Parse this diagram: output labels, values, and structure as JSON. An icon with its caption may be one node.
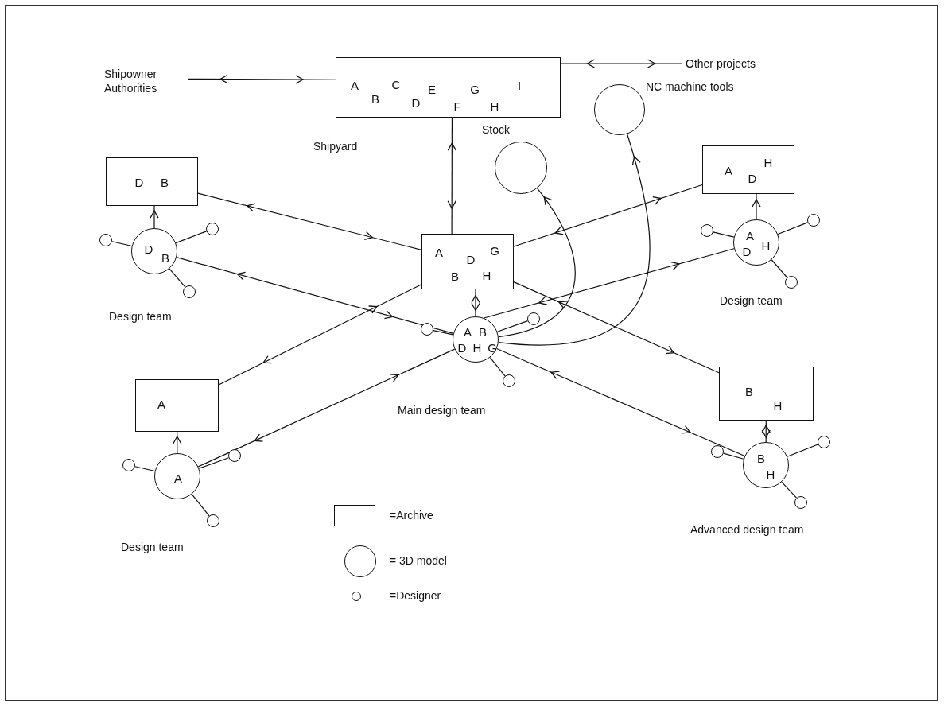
{
  "diagram": {
    "nodes": [
      {
        "text": [
          "Shipowner Authorities"
        ]
      },
      {
        "text": [
          "A",
          "B",
          "C",
          "D",
          "E",
          "F",
          "G",
          "H",
          "I"
        ],
        "beside": [
          "Shipyard"
        ]
      },
      {
        "text": [
          "Other projects"
        ]
      },
      {
        "text": [
          "NC machine tools"
        ]
      },
      {
        "text": [
          "Stock"
        ]
      },
      {
        "text": [
          "D",
          "B"
        ]
      },
      {
        "text": [
          "D",
          "B"
        ]
      },
      {
        "text": [],
        "shape": "circle"
      },
      {
        "text": [],
        "shape": "circle"
      },
      {
        "text": [],
        "shape": "circle"
      },
      {
        "text": [
          "A",
          "D",
          "G",
          "B",
          "H"
        ]
      },
      {
        "text": [
          "A",
          "D",
          "H"
        ]
      },
      {
        "text": [
          "A",
          "D",
          "H"
        ]
      },
      {
        "text": [],
        "shape": "circle"
      },
      {
        "text": [],
        "shape": "circle"
      },
      {
        "text": [],
        "shape": "circle"
      },
      {
        "text": [
          "A",
          "B",
          "D",
          "H",
          "G"
        ]
      },
      {
        "text": [],
        "shape": "circle"
      },
      {
        "text": [],
        "shape": "circle"
      },
      {
        "text": [],
        "shape": "circle"
      },
      {
        "text": [
          "A"
        ]
      },
      {
        "text": [
          "A"
        ]
      },
      {
        "text": [],
        "shape": "circle"
      },
      {
        "text": [],
        "shape": "circle"
      },
      {
        "text": [],
        "shape": "circle"
      },
      {
        "text": [
          "B",
          "H"
        ]
      },
      {
        "text": [
          "B",
          "H"
        ]
      },
      {
        "text": [],
        "shape": "circle"
      },
      {
        "text": [],
        "shape": "circle"
      },
      {
        "text": [],
        "shape": "circle"
      }
    ],
    "edges": [
      {
        "from": 0,
        "to": 1,
        "arrow": "both"
      },
      {
        "from": 1,
        "to": 2,
        "arrow": "both"
      },
      {
        "from": 1,
        "to": 10,
        "arrow": "both"
      },
      {
        "from": 5,
        "to": 10,
        "arrow": "both"
      },
      {
        "from": 6,
        "to": 16,
        "arrow": "both"
      },
      {
        "from": 6,
        "to": 5,
        "arrow": "to"
      },
      {
        "from": 20,
        "to": 10,
        "arrow": "both"
      },
      {
        "from": 21,
        "to": 16,
        "arrow": "both"
      },
      {
        "from": 21,
        "to": 20,
        "arrow": "to"
      },
      {
        "from": 10,
        "to": 16,
        "arrow": "both"
      },
      {
        "from": 10,
        "to": 11,
        "arrow": "both"
      },
      {
        "from": 16,
        "to": 12,
        "arrow": "both"
      },
      {
        "from": 12,
        "to": 11,
        "arrow": "to"
      },
      {
        "from": 10,
        "to": 25,
        "arrow": "both"
      },
      {
        "from": 16,
        "to": 26,
        "arrow": "both"
      },
      {
        "from": 25,
        "to": 26,
        "arrow": "both"
      },
      {
        "from": 16,
        "to": 4,
        "arrow": "to"
      },
      {
        "from": 16,
        "to": 3,
        "arrow": "to"
      },
      {
        "from": 6,
        "to": 7,
        "arrow": "none"
      },
      {
        "from": 6,
        "to": 8,
        "arrow": "none"
      },
      {
        "from": 6,
        "to": 9,
        "arrow": "none"
      },
      {
        "from": 12,
        "to": 13,
        "arrow": "none"
      },
      {
        "from": 12,
        "to": 14,
        "arrow": "none"
      },
      {
        "from": 12,
        "to": 15,
        "arrow": "none"
      },
      {
        "from": 16,
        "to": 17,
        "arrow": "none"
      },
      {
        "from": 16,
        "to": 18,
        "arrow": "none"
      },
      {
        "from": 16,
        "to": 19,
        "arrow": "none"
      },
      {
        "from": 21,
        "to": 22,
        "arrow": "none"
      },
      {
        "from": 21,
        "to": 23,
        "arrow": "none"
      },
      {
        "from": 21,
        "to": 24,
        "arrow": "none"
      },
      {
        "from": 26,
        "to": 27,
        "arrow": "none"
      },
      {
        "from": 26,
        "to": 28,
        "arrow": "none"
      },
      {
        "from": 26,
        "to": 29,
        "arrow": "none"
      }
    ],
    "labels": [
      "Design team",
      "Design team",
      "Main design team",
      "Advanced design team",
      "Design team"
    ],
    "legend": [
      {
        "text": "=Archive"
      },
      {
        "text": "= 3D model"
      },
      {
        "text": "=Designer"
      }
    ]
  }
}
